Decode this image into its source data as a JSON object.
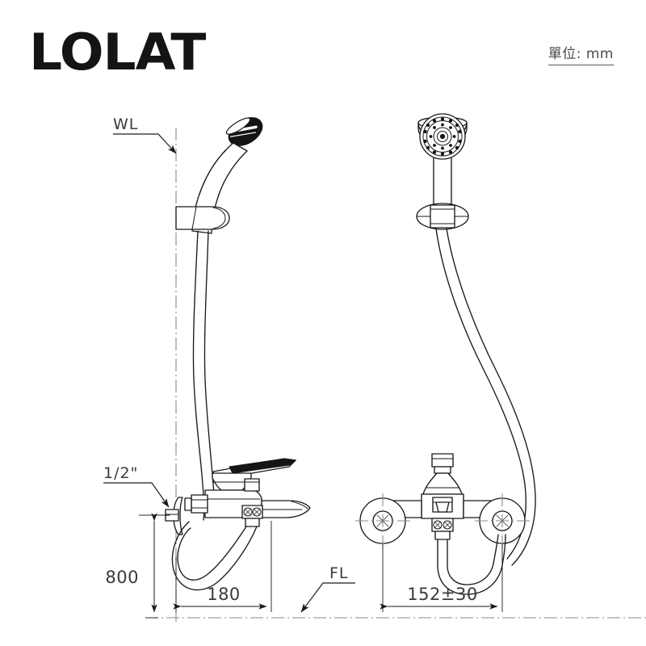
{
  "sheet": {
    "brand": "LOLAT",
    "unit_note": "單位: mm",
    "background_color": "#ffffff",
    "line_color": "#1a1a1a",
    "centerline_color": "#8a8a8a"
  },
  "labels": {
    "wall_line": "WL",
    "floor_line": "FL",
    "inlet_thread": "1/2\""
  },
  "dimensions": {
    "mount_height": "800",
    "spout_projection": "180",
    "inlet_spacing": "152±30"
  },
  "views": {
    "side": {
      "name": "side-elevation",
      "parts": [
        "hand-shower-head",
        "wall-hook-bracket",
        "shower-hose",
        "bath-shower-mixer-body",
        "lever-handle",
        "bath-spout",
        "wall-flange",
        "inlet-connector"
      ]
    },
    "front": {
      "name": "front-elevation",
      "parts": [
        "hand-shower-head",
        "wall-hook-bracket",
        "shower-hose",
        "bath-shower-mixer-body",
        "diverter-knob",
        "wall-flange-left",
        "wall-flange-right"
      ]
    }
  }
}
